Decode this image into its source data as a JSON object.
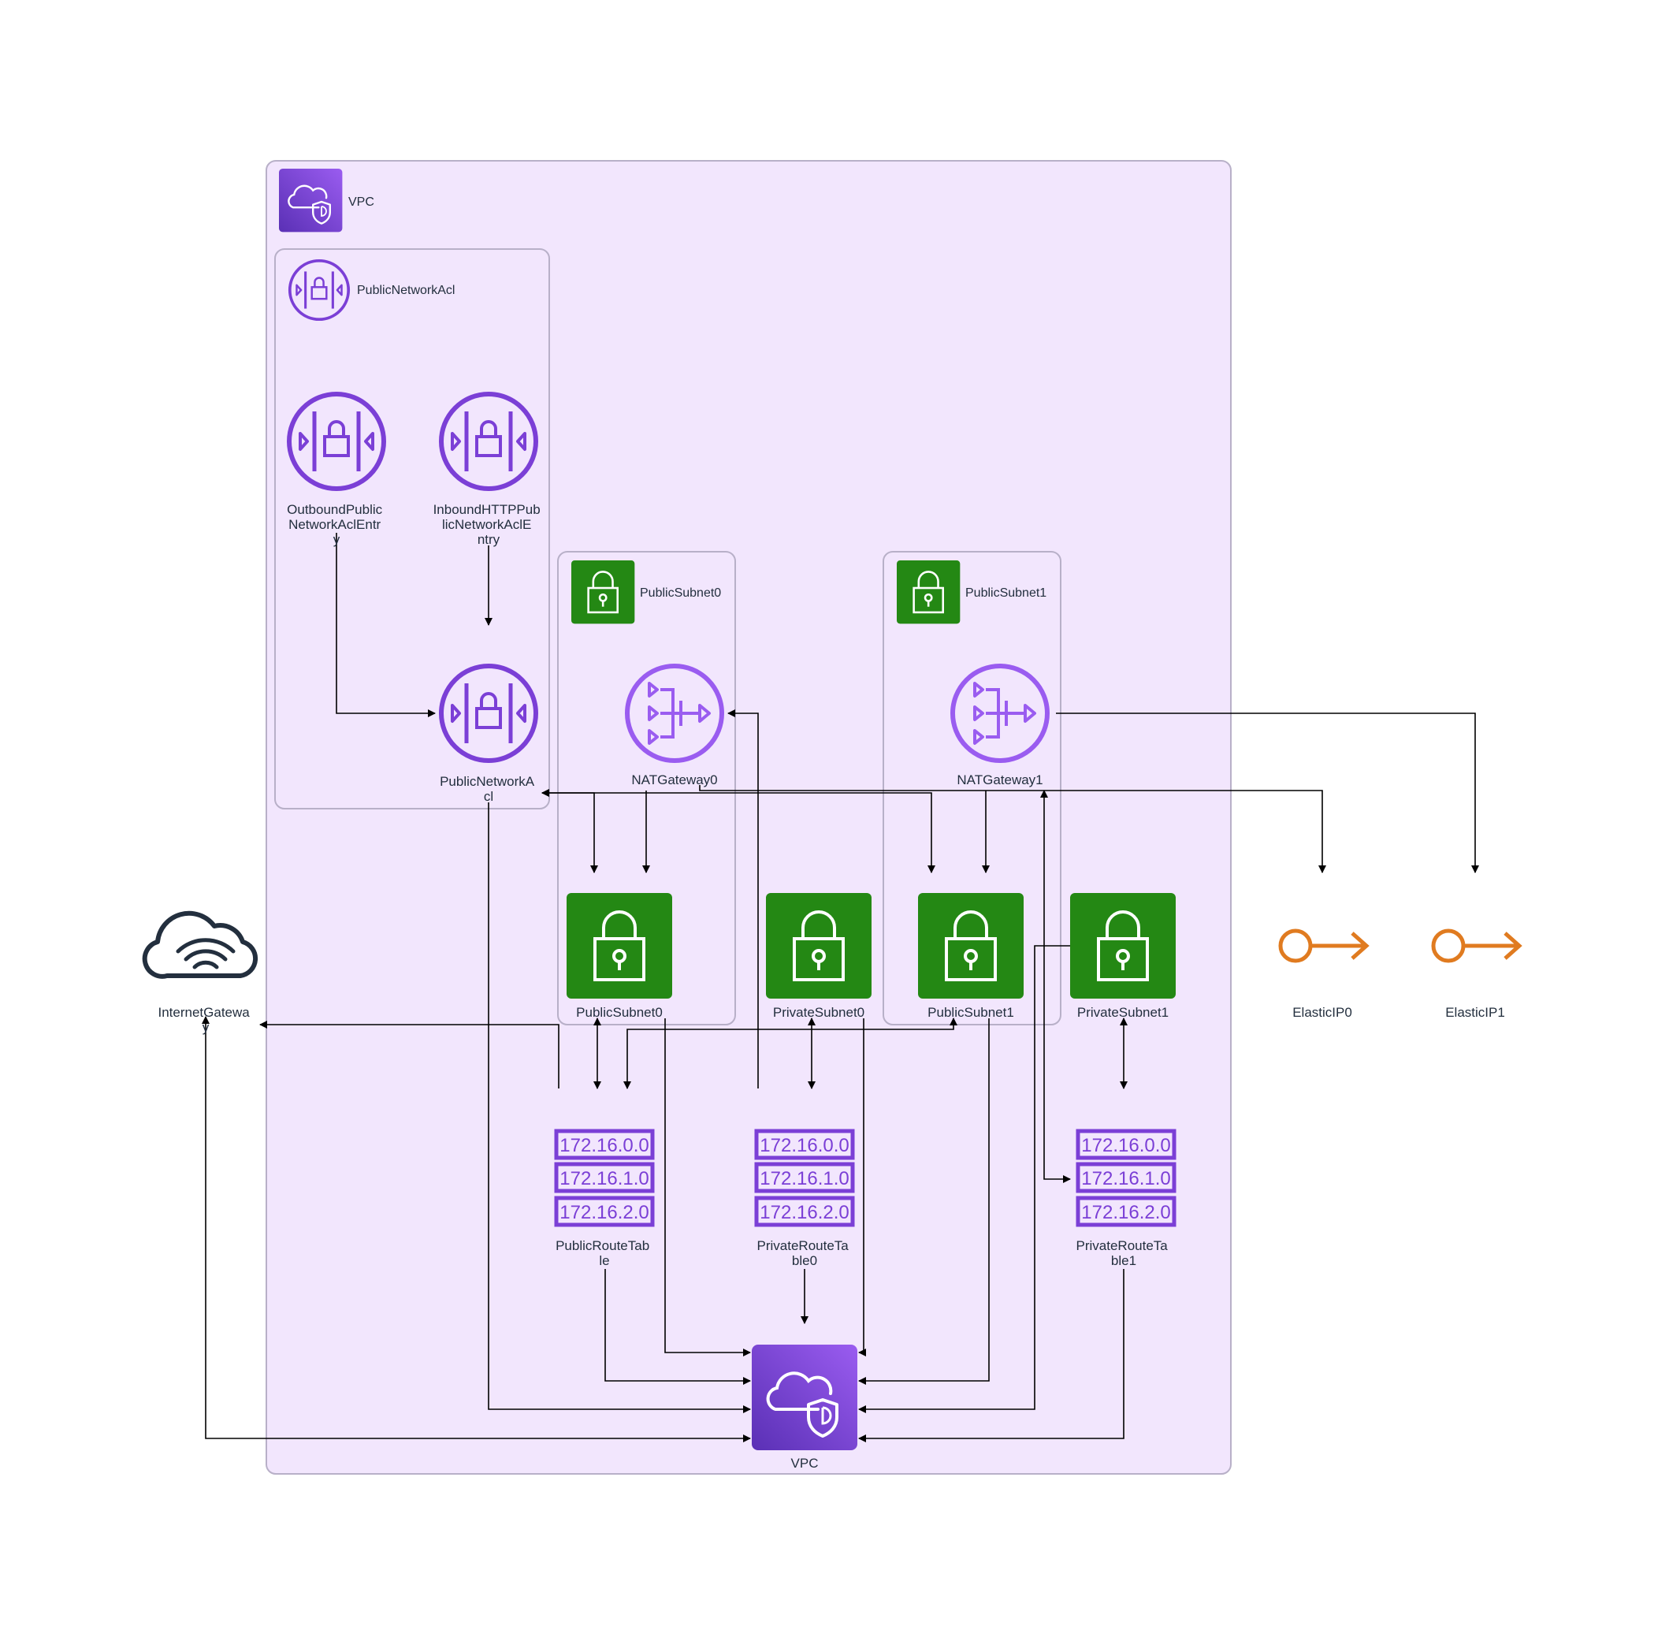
{
  "colors": {
    "vpc_fill": "#f2e6fd",
    "group_stroke": "#b8b0c8",
    "purple": "#7b3fd6",
    "purple_light": "#9a5cf0",
    "green": "#248814",
    "orange": "#e07b20",
    "dark": "#232f3e"
  },
  "groups": {
    "vpc": {
      "label": "VPC",
      "icon": "vpc-icon"
    },
    "public_network_acl": {
      "label": "PublicNetworkAcl",
      "icon": "network-acl-icon"
    },
    "public_subnet0": {
      "label": "PublicSubnet0",
      "icon": "subnet-lock-icon"
    },
    "public_subnet1": {
      "label": "PublicSubnet1",
      "icon": "subnet-lock-icon"
    }
  },
  "nodes": {
    "outbound_acl_entry": {
      "label_lines": [
        "OutboundPublic",
        "NetworkAclEntr",
        "y"
      ],
      "icon": "network-acl-icon"
    },
    "inbound_acl_entry": {
      "label_lines": [
        "InboundHTTPPub",
        "licNetworkAclE",
        "ntry"
      ],
      "icon": "network-acl-icon"
    },
    "public_network_acl": {
      "label_lines": [
        "PublicNetworkA",
        "cl"
      ],
      "icon": "network-acl-icon"
    },
    "nat_gateway0": {
      "label_lines": [
        "NATGateway0"
      ],
      "icon": "nat-gateway-icon"
    },
    "nat_gateway1": {
      "label_lines": [
        "NATGateway1"
      ],
      "icon": "nat-gateway-icon"
    },
    "public_subnet0": {
      "label_lines": [
        "PublicSubnet0"
      ],
      "icon": "subnet-lock-icon"
    },
    "private_subnet0": {
      "label_lines": [
        "PrivateSubnet0"
      ],
      "icon": "subnet-lock-icon"
    },
    "public_subnet1": {
      "label_lines": [
        "PublicSubnet1"
      ],
      "icon": "subnet-lock-icon"
    },
    "private_subnet1": {
      "label_lines": [
        "PrivateSubnet1"
      ],
      "icon": "subnet-lock-icon"
    },
    "internet_gateway": {
      "label_lines": [
        "InternetGatewa",
        "y"
      ],
      "icon": "internet-gateway-icon"
    },
    "elastic_ip0": {
      "label_lines": [
        "ElasticIP0"
      ],
      "icon": "elastic-ip-icon"
    },
    "elastic_ip1": {
      "label_lines": [
        "ElasticIP1"
      ],
      "icon": "elastic-ip-icon"
    },
    "public_route_table": {
      "label_lines": [
        "PublicRouteTab",
        "le"
      ],
      "icon": "route-table-icon"
    },
    "private_route_table0": {
      "label_lines": [
        "PrivateRouteTa",
        "ble0"
      ],
      "icon": "route-table-icon"
    },
    "private_route_table1": {
      "label_lines": [
        "PrivateRouteTa",
        "ble1"
      ],
      "icon": "route-table-icon"
    },
    "vpc": {
      "label_lines": [
        "VPC"
      ],
      "icon": "vpc-icon"
    }
  },
  "route_table_cidrs": [
    "172.16.0.0",
    "172.16.1.0",
    "172.16.2.0"
  ]
}
